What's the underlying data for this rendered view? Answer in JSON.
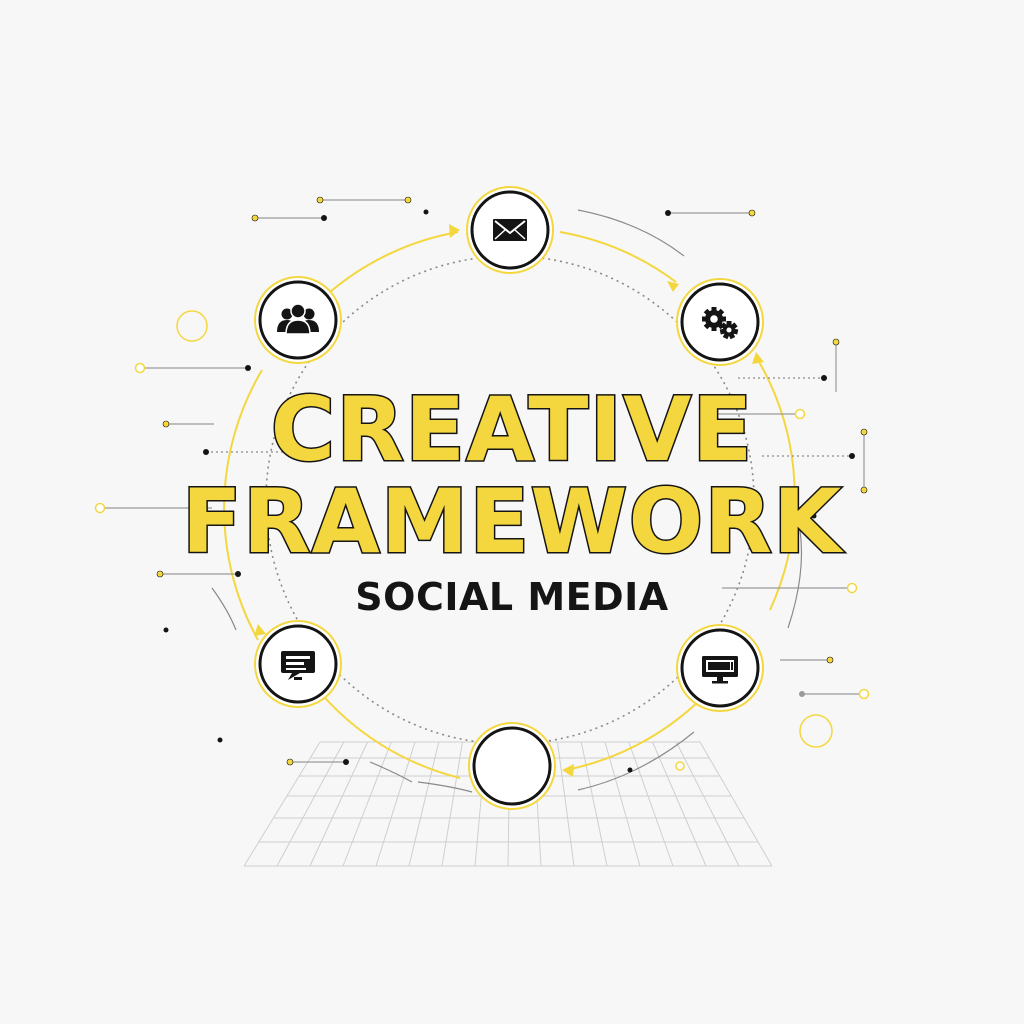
{
  "title": {
    "line1": "CREATIVE",
    "line2": "FRAMEWORK",
    "subtitle": "SOCIAL MEDIA"
  },
  "colors": {
    "background": "#f7f7f7",
    "accent_yellow": "#f4d73f",
    "dark": "#141414",
    "line_gray": "#9a9a9a"
  },
  "nodes": [
    {
      "icon": "envelope-icon"
    },
    {
      "icon": "gears-icon"
    },
    {
      "icon": "monitor-icon"
    },
    {
      "icon": "empty-circle"
    },
    {
      "icon": "chat-monitor-icon"
    },
    {
      "icon": "people-group-icon"
    }
  ]
}
